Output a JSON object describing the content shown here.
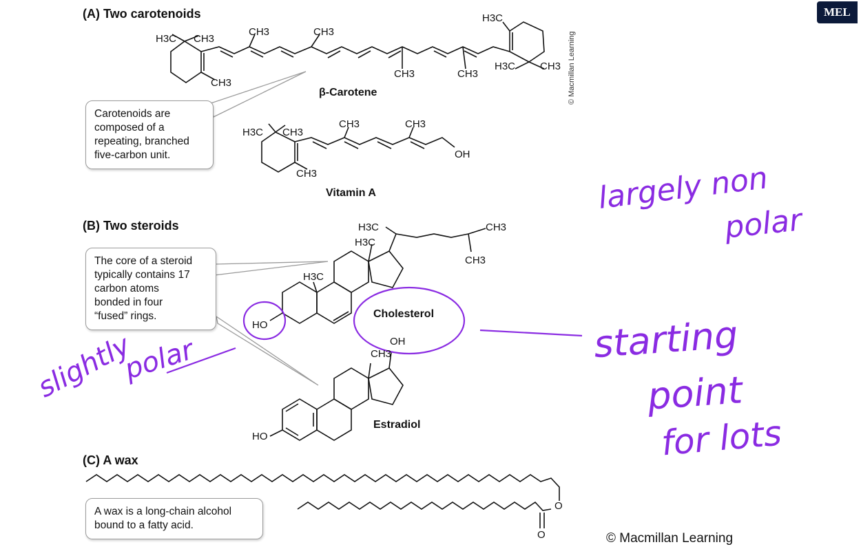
{
  "sections": {
    "a_title": "(A) Two carotenoids",
    "b_title": "(B) Two steroids",
    "c_title": "(C) A wax"
  },
  "callouts": {
    "carotenoid": "Carotenoids are\ncomposed of a\nrepeating, branched\nfive-carbon unit.",
    "steroid": "The core of a steroid\ntypically contains 17\ncarbon atoms\nbonded in four\n“fused” rings.",
    "wax": "A wax is a long-chain alcohol\nbound to a fatty acid."
  },
  "molecules": {
    "beta_carotene": "β-Carotene",
    "vitamin_a": "Vitamin A",
    "cholesterol": "Cholesterol",
    "estradiol": "Estradiol"
  },
  "atoms": {
    "h3c": "H3C",
    "ch3": "CH3",
    "oh": "OH",
    "ho": "HO",
    "o": "O"
  },
  "watermark": "© Macmillan Learning",
  "footer": "© Macmillan Learning",
  "badge": "MEL",
  "annotations": {
    "largely": "largely non",
    "polar": "polar",
    "slightly": "slightly",
    "slightly_polar": "polar",
    "starting": "starting",
    "point": "point",
    "for_lots": "for lots"
  },
  "colors": {
    "annotation": "#8a2be2",
    "badge_bg": "#0c1a3a",
    "callout_border": "#9a9a9a"
  }
}
